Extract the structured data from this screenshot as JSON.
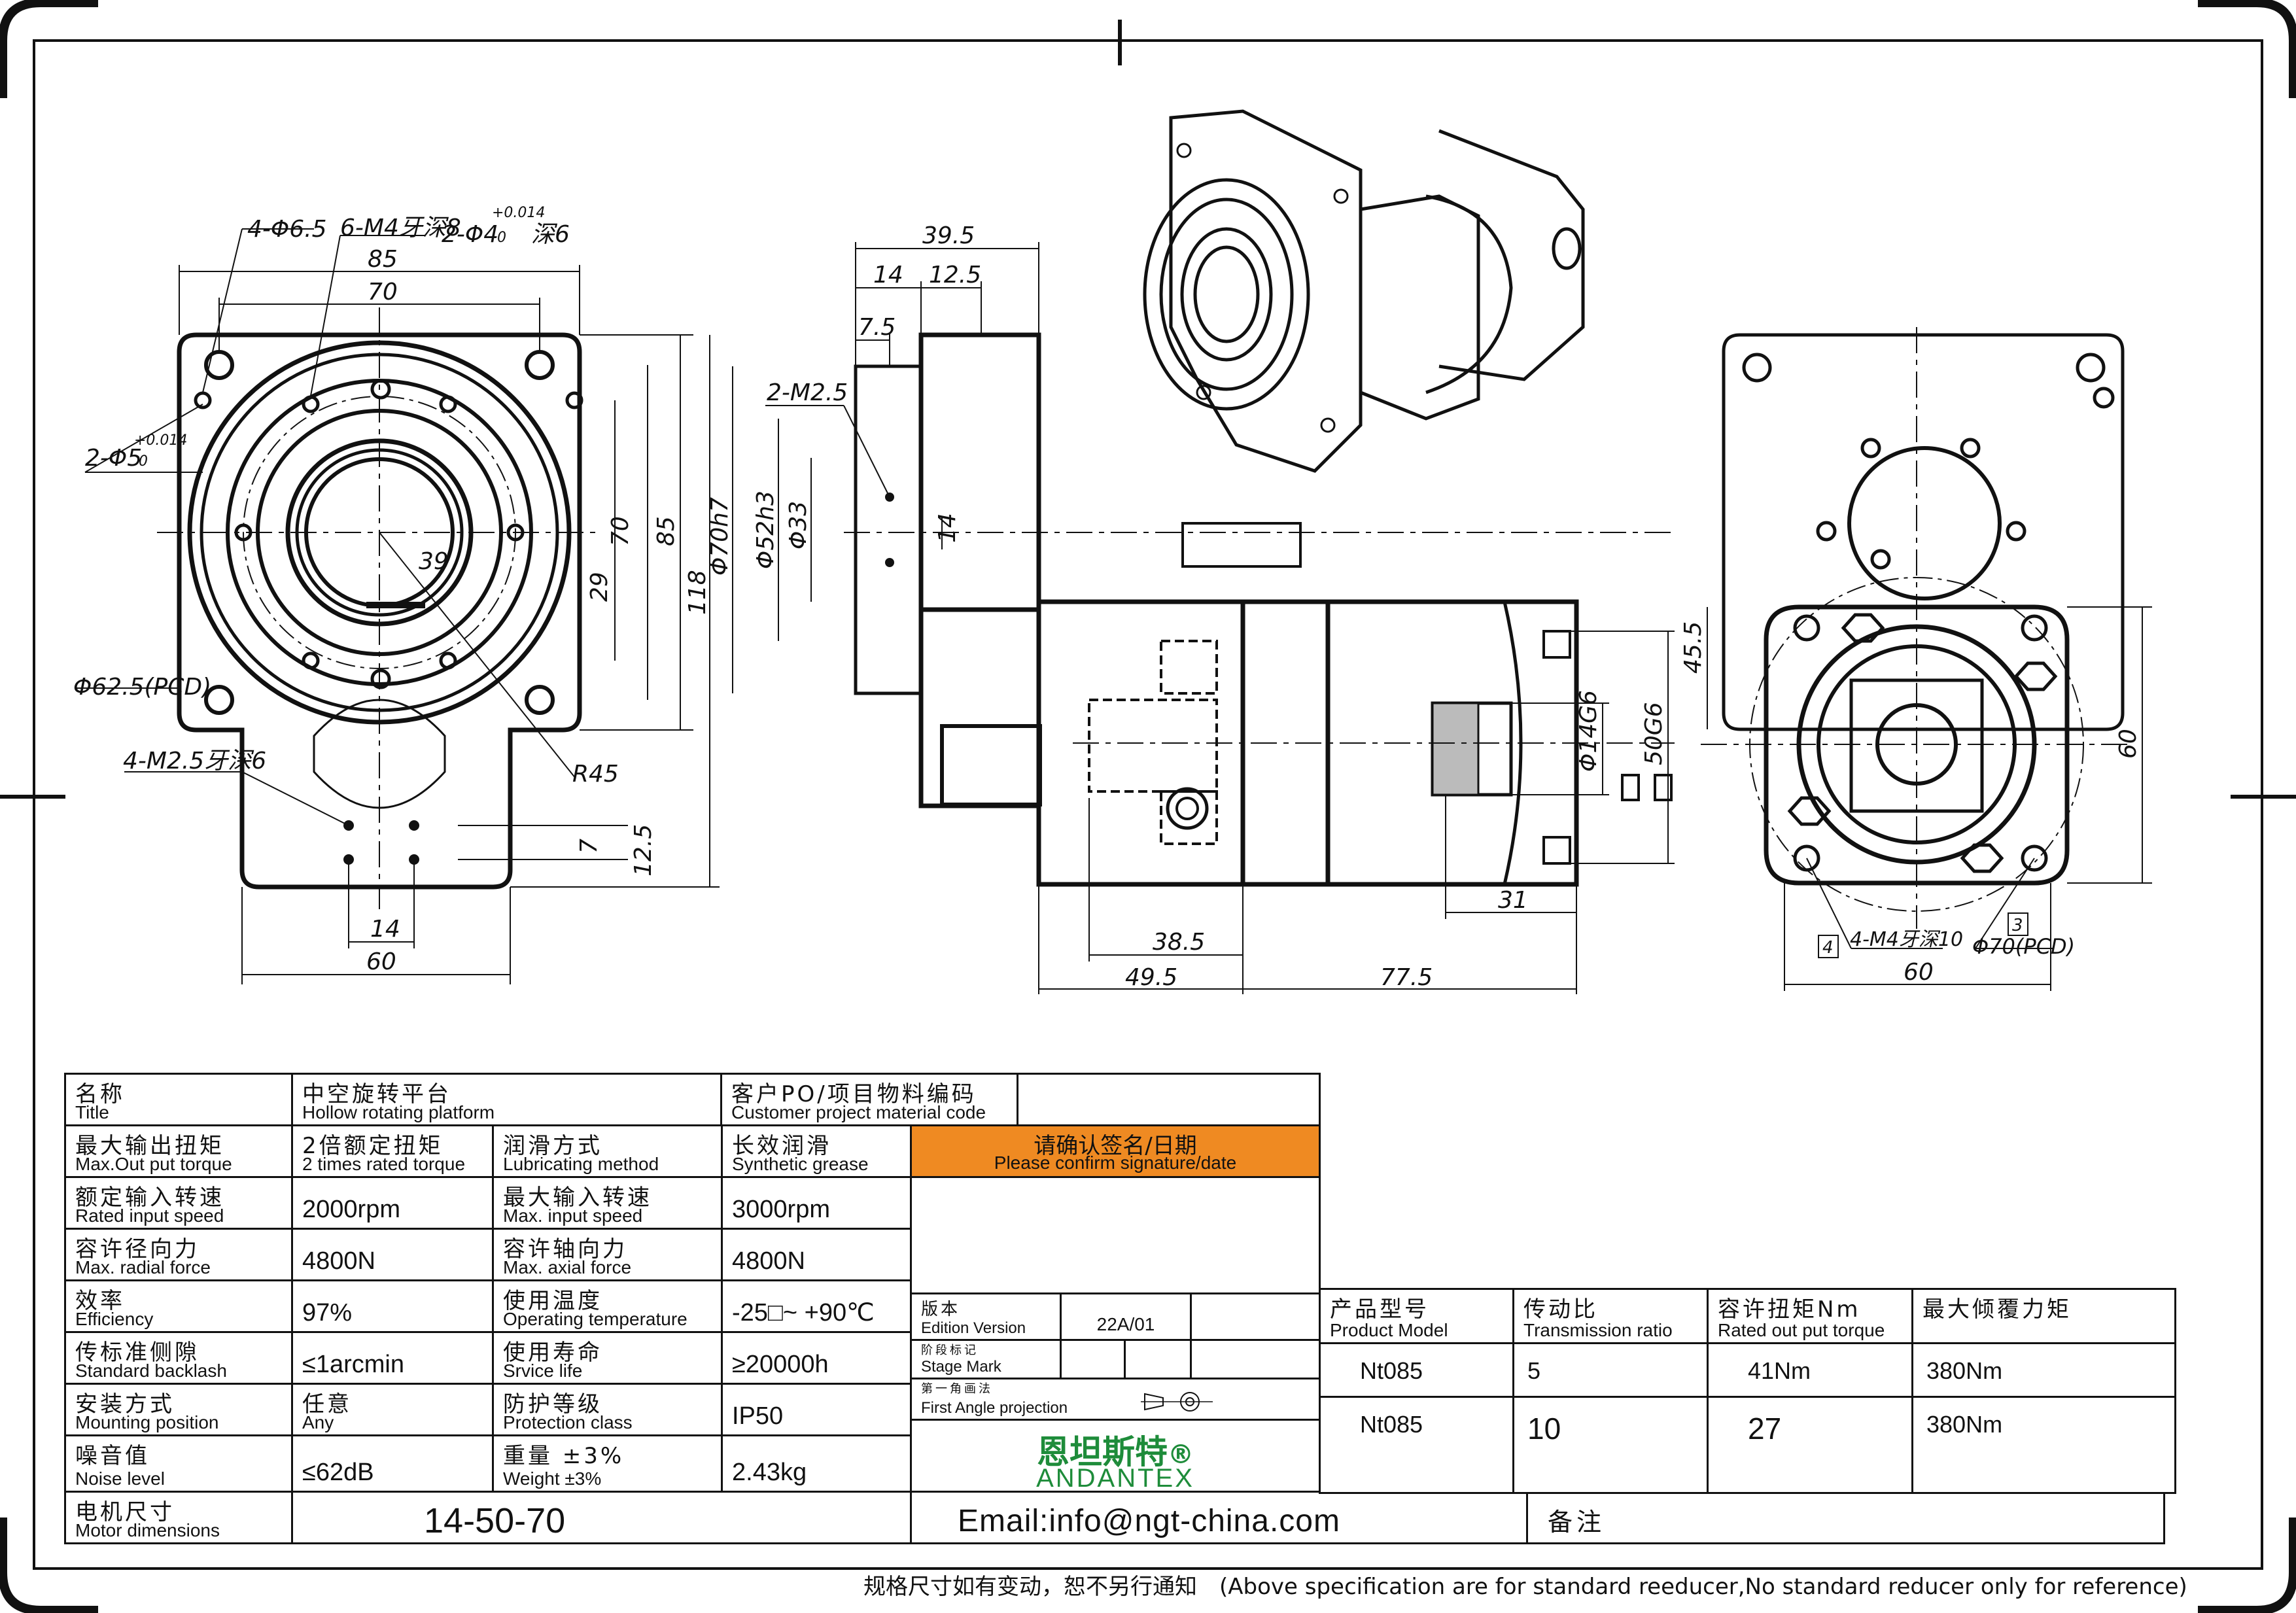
{
  "drawing": {
    "front_view": {
      "dims": [
        "4-Φ6.5",
        "6-M4牙深8",
        "2-Φ4",
        "+0.014",
        "0",
        "深6",
        "85",
        "70",
        "2-Φ5",
        "+0.014",
        "0",
        "Φ62.5(PCD)",
        "39",
        "R45",
        "70",
        "85",
        "118",
        "29",
        "4-M2.5牙深6",
        "7",
        "12.5",
        "14",
        "60"
      ]
    },
    "side_view": {
      "dims": [
        "39.5",
        "14",
        "12.5",
        "7.5",
        "2-M2.5",
        "Φ70h7",
        "Φ52h3",
        "Φ33",
        "14",
        "38.5",
        "49.5",
        "77.5",
        "31",
        "Φ14G6",
        "50G6"
      ]
    },
    "rear_view": {
      "dims": [
        "45.5",
        "60",
        "4-M4牙深10",
        "Φ70(PCD)",
        "60",
        "4",
        "3"
      ]
    }
  },
  "title_block": {
    "title": {
      "cn": "名称",
      "en": "Title",
      "value_cn": "中空旋转平台",
      "value_en": "Hollow rotating platform"
    },
    "customer": {
      "cn": "客户PO/项目物料编码",
      "en": "Customer project material code"
    },
    "confirm": {
      "cn": "请确认签名/日期",
      "en": "Please confirm signature/date"
    },
    "rows": [
      {
        "l1_cn": "最大输出扭矩",
        "l1_en": "Max.Out put torque",
        "v1_cn": "2倍额定扭矩",
        "v1_en": "2 times rated torque",
        "l2_cn": "润滑方式",
        "l2_en": "Lubricating method",
        "v2_cn": "长效润滑",
        "v2_en": "Synthetic grease"
      },
      {
        "l1_cn": "额定输入转速",
        "l1_en": "Rated input speed",
        "v1": "2000rpm",
        "l2_cn": "最大输入转速",
        "l2_en": "Max. input speed",
        "v2": "3000rpm"
      },
      {
        "l1_cn": "容许径向力",
        "l1_en": "Max. radial force",
        "v1": "4800N",
        "l2_cn": "容许轴向力",
        "l2_en": "Max. axial force",
        "v2": "4800N"
      },
      {
        "l1_cn": "效率",
        "l1_en": "Efficiency",
        "v1": "97%",
        "l2_cn": "使用温度",
        "l2_en": "Operating temperature",
        "v2": "-25□~ +90℃"
      },
      {
        "l1_cn": "传标准侧隙",
        "l1_en": "Standard backlash",
        "v1": "≤1arcmin",
        "l2_cn": "使用寿命",
        "l2_en": "Srvice life",
        "v2": "≥20000h"
      },
      {
        "l1_cn": "安装方式",
        "l1_en": "Mounting position",
        "v1": "任意",
        "v1_en": "Any",
        "l2_cn": "防护等级",
        "l2_en": "Protection class",
        "v2": "IP50"
      },
      {
        "l1_cn": "噪音值",
        "l1_en": "Noise level",
        "v1": "≤62dB",
        "l2_cn": "重量 ±3%",
        "l2_en": "Weight ±3%",
        "v2": "2.43kg"
      }
    ],
    "motor": {
      "cn": "电机尺寸",
      "en": "Motor dimensions",
      "value": "14-50-70"
    },
    "edition": {
      "cn": "版本",
      "en": "Edition Version",
      "value": "22A/01"
    },
    "stage": {
      "cn": "阶段标记",
      "en": "Stage Mark"
    },
    "projection": {
      "cn": "第一角画法",
      "en": "First Angle projection"
    },
    "logo": {
      "cn": "恩坦斯特",
      "mark": "®",
      "en": "ANDANTEX"
    },
    "email": "Email:info@ngt-china.com",
    "remark": "备注",
    "model_table": {
      "headers": [
        {
          "cn": "产品型号",
          "en": "Product Model"
        },
        {
          "cn": "传动比",
          "en": "Transmission ratio"
        },
        {
          "cn": "容许扭矩Nm",
          "en": "Rated out put torque"
        },
        {
          "cn": "最大倾覆力矩",
          "en": ""
        }
      ],
      "rows": [
        [
          "Nt085",
          "5",
          "41Nm",
          "380Nm"
        ],
        [
          "Nt085",
          "10",
          "27",
          "380Nm"
        ]
      ]
    },
    "footer": "规格尺寸如有变动，恕不另行通知　(Above specification are for standard reeducer,No standard reducer only for reference)"
  }
}
